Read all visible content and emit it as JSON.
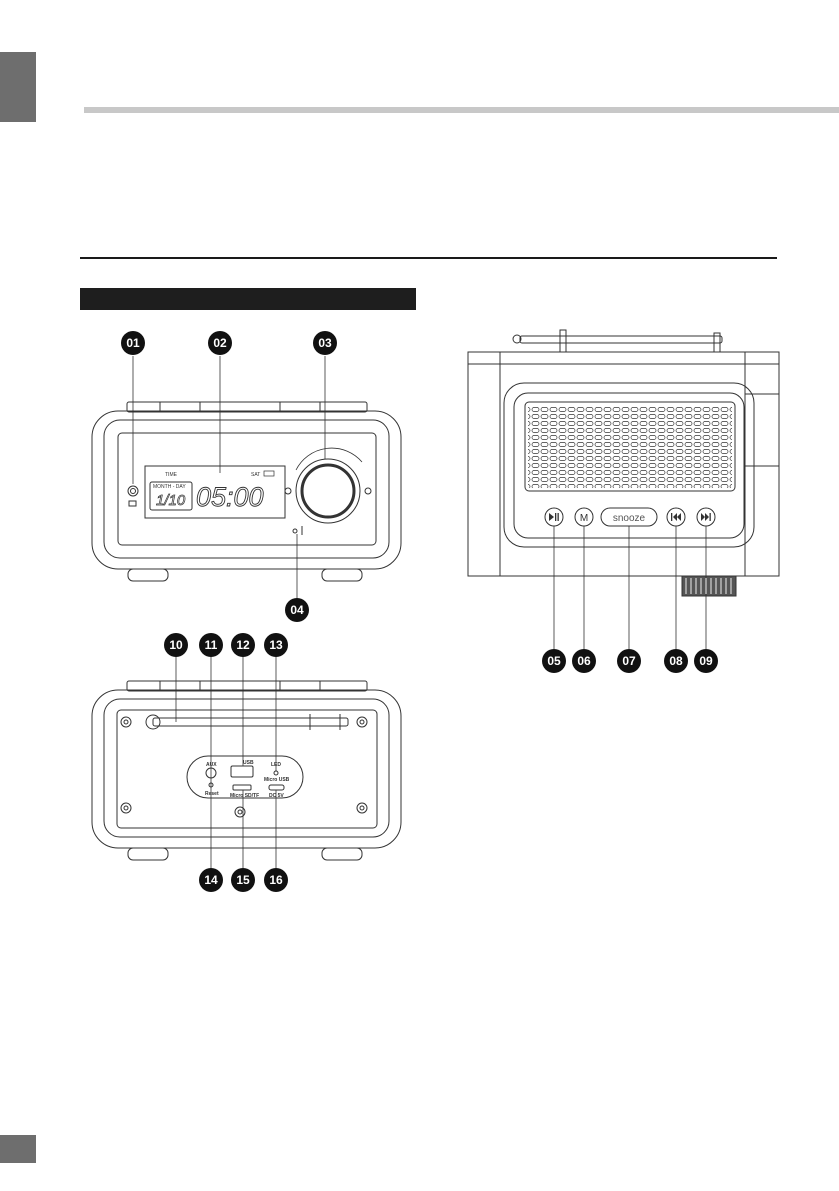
{
  "page": {
    "section_bar_label": ""
  },
  "front_panel": {
    "display_time_label": "TIME",
    "display_day_label": "SAT",
    "display_month_day_label": "MONTH - DAY",
    "display_date": "1/10",
    "display_time": "05:00"
  },
  "rear_panel": {
    "aux_label": "AUX",
    "reset_label": "Reset",
    "usb_label": "USB",
    "led_label": "LED",
    "micro_usb_label": "Micro USB",
    "micro_sd_label": "Micro SD/TF",
    "dc_label": "DC 5V"
  },
  "top_panel": {
    "snooze_label": "snooze",
    "btn_play_icon": "play-pause-icon",
    "btn_mode_icon": "M",
    "btn_prev_icon": "previous-icon",
    "btn_next_icon": "next-icon"
  },
  "callouts": {
    "c01": "01",
    "c02": "02",
    "c03": "03",
    "c04": "04",
    "c05": "05",
    "c06": "06",
    "c07": "07",
    "c08": "08",
    "c09": "09",
    "c10": "10",
    "c11": "11",
    "c12": "12",
    "c13": "13",
    "c14": "14",
    "c15": "15",
    "c16": "16"
  }
}
